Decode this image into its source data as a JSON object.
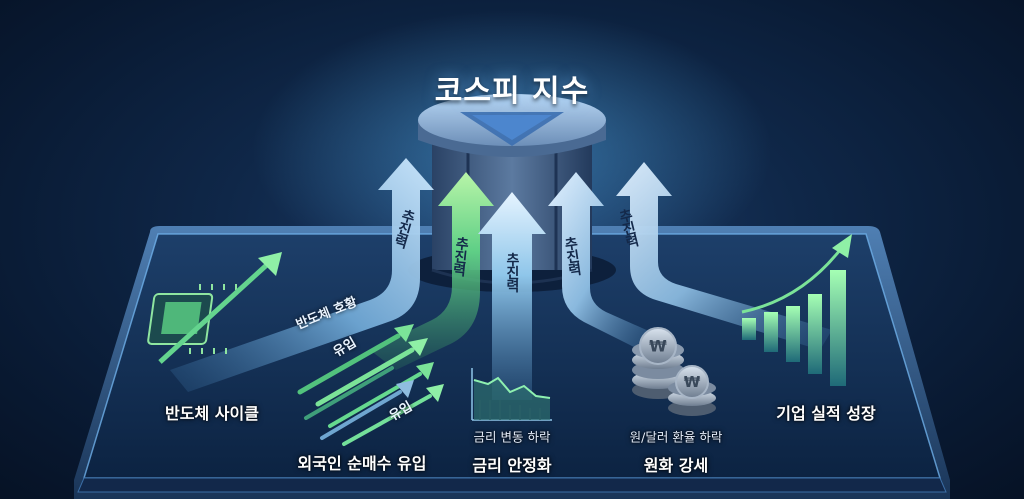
{
  "title": "코스피 지수",
  "arrow_label": "추진력",
  "sources": [
    {
      "label": "반도체 사이클",
      "arrow_tag": "반도체 호황"
    },
    {
      "label": "외국인 순매수 유입",
      "flow_tags": [
        "유입",
        "유입"
      ]
    },
    {
      "label": "금리 안정화",
      "sublabel": "금리 변동 하락"
    },
    {
      "label": "원화 강세",
      "sublabel": "원/달러 환율 하락",
      "coin_symbol": "₩"
    },
    {
      "label": "기업 실적 성장"
    }
  ],
  "colors": {
    "arrow_green": "#7ee08f",
    "arrow_blue": "#9ad4f4",
    "pedestal": "#3c577c",
    "accent_glow": "#5ec2ff"
  }
}
